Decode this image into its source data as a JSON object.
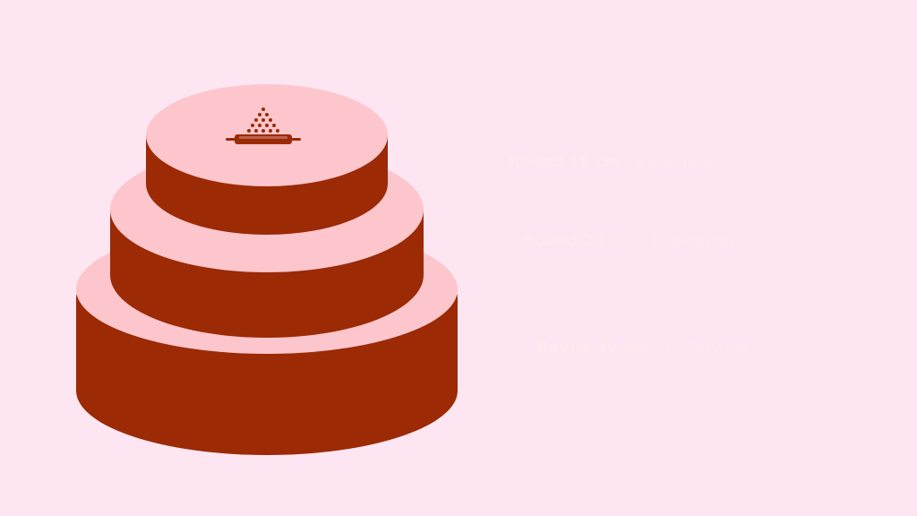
{
  "colors": {
    "background": "#fde6f1",
    "band": "#bb3e2a",
    "cake_side": "#9b2a05",
    "cake_top": "#fdc6cd",
    "label_text": "#ffe8ee"
  },
  "tiers": [
    {
      "size": "Round 16 cm",
      "separator": "-",
      "servings": "8 Servings"
    },
    {
      "size": "Round 20 cm",
      "separator": "-",
      "servings": "10 Servings"
    },
    {
      "size": "Round 30 cm",
      "separator": "-",
      "servings": "12 Servings"
    }
  ],
  "icons": {
    "top_tier_icon": "rolling-pin-flour-icon"
  }
}
